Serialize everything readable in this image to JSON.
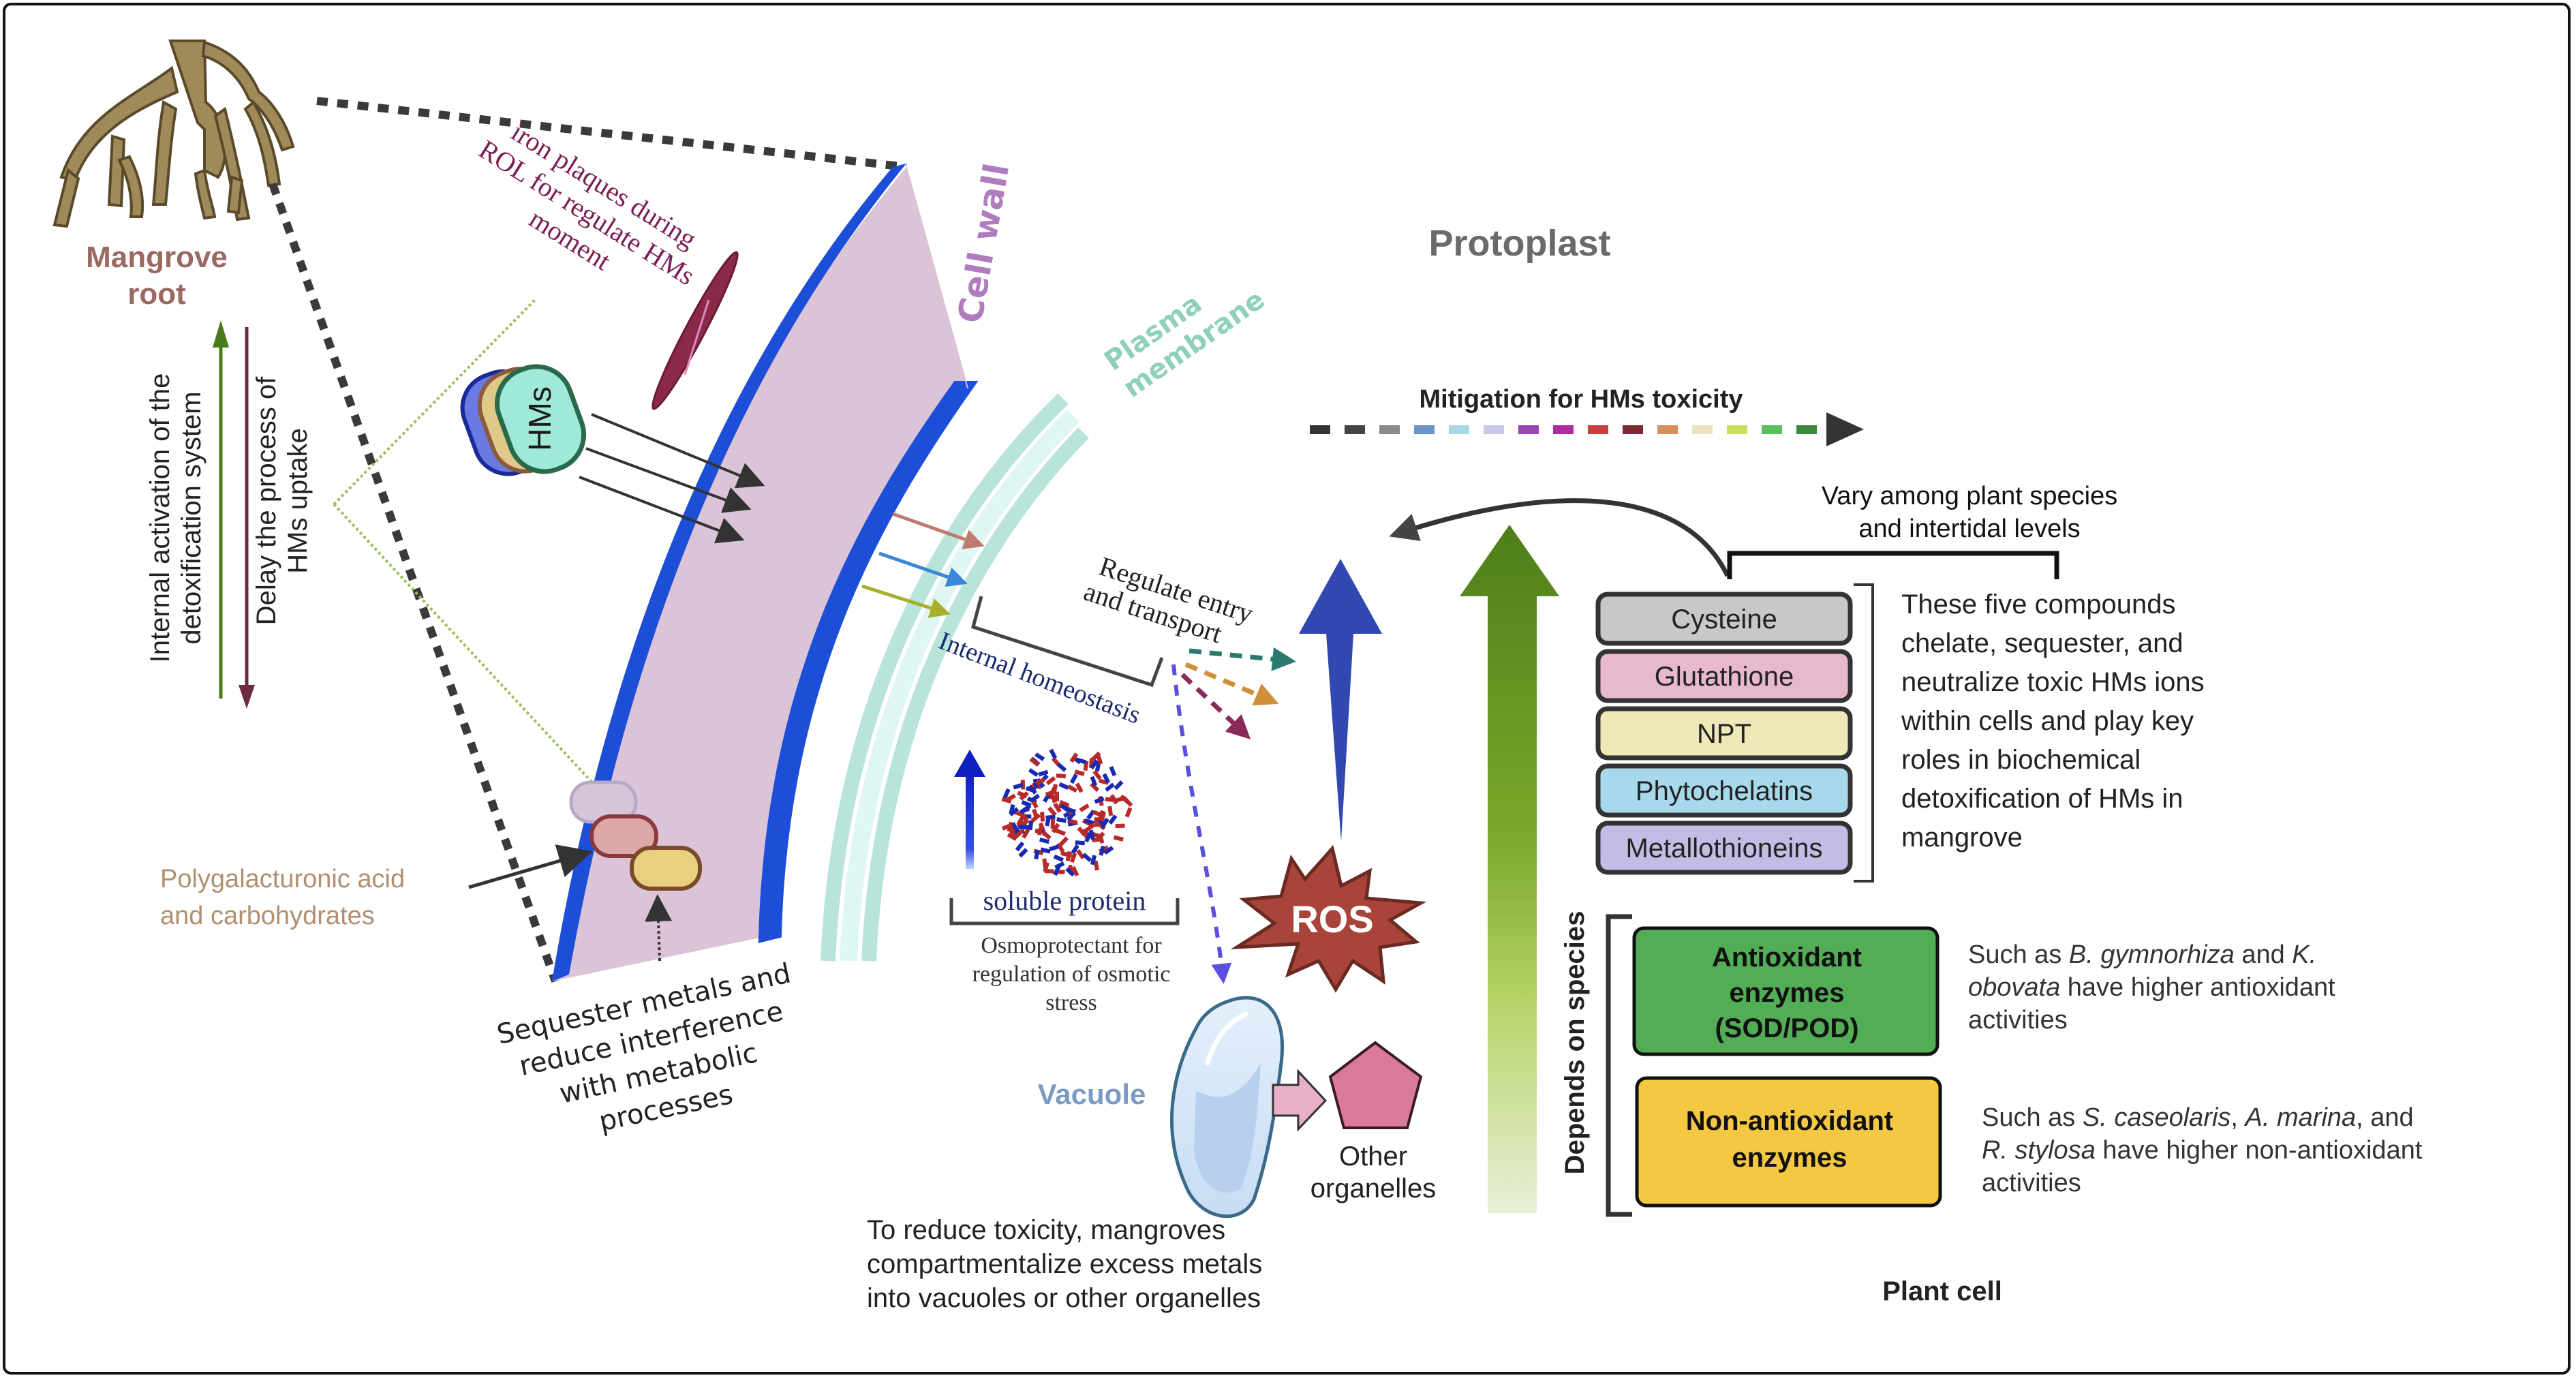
{
  "figure": {
    "title_protoplast": "Protoplast",
    "title_plant_cell": "Plant cell"
  },
  "root": {
    "label_line1": "Mangrove",
    "label_line2": "root",
    "color": "#8c6a52"
  },
  "left_arrows": {
    "up_label_line1": "Internal activation of the",
    "up_label_line2": "detoxification system",
    "down_label_line1": "Delay the process of",
    "down_label_line2": "HMs uptake",
    "up_color": "#4a7a1c",
    "down_color": "#6e2a45"
  },
  "iron_plaques": {
    "line1": "iron plaques during",
    "line2": "ROL for regulate HMs",
    "line3": "moment",
    "color": "#7a1f55"
  },
  "hms_badge": {
    "label": "HMs"
  },
  "cell_wall": {
    "label": "Cell wall",
    "color": "#b07cc0"
  },
  "plasma_membrane": {
    "line1": "Plasma",
    "line2": "membrane",
    "color": "#8fd0b8"
  },
  "polygalacturonic": {
    "line1": "Polygalacturonic acid",
    "line2": "and carbohydrates",
    "color": "#b09070"
  },
  "sequester": {
    "line1": "Sequester metals and",
    "line2": "reduce interference",
    "line3": "with metabolic",
    "line4": "processes"
  },
  "regulate": {
    "line1": "Regulate entry",
    "line2": "and transport"
  },
  "homeostasis": {
    "label": "Internal homeostasis",
    "color": "#1c2a6e"
  },
  "soluble_protein": {
    "label": "soluble protein",
    "desc_line1": "Osmoprotectant for",
    "desc_line2": "regulation of osmotic",
    "desc_line3": "stress"
  },
  "ros": {
    "label": "ROS",
    "color": "#a8443a"
  },
  "vacuole": {
    "label": "Vacuole",
    "color": "#7a9cc4"
  },
  "organelles": {
    "line1": "Other",
    "line2": "organelles"
  },
  "compartment": {
    "line1": "To reduce toxicity, mangroves",
    "line2": "compartmentalize excess metals",
    "line3": "into vacuoles or other organelles"
  },
  "mitigation": {
    "label": "Mitigation for HMs toxicity",
    "dash_colors": [
      "#333333",
      "#444444",
      "#8a8a8a",
      "#6a94c8",
      "#a8d8e8",
      "#c8c8e8",
      "#9a44b0",
      "#b02aa0",
      "#c8403a",
      "#7a2a30",
      "#d8905a",
      "#ece4c0",
      "#c8e060",
      "#58c058",
      "#3a8a3a"
    ]
  },
  "vary": {
    "line1": "Vary among plant species",
    "line2": "and intertidal levels"
  },
  "compounds": {
    "items": [
      {
        "label": "Cysteine",
        "color": "#c8c8c8"
      },
      {
        "label": "Glutathione",
        "color": "#e8b8cc"
      },
      {
        "label": "NPT",
        "color": "#f0e8b8"
      },
      {
        "label": "Phytochelatins",
        "color": "#a8d8ec"
      },
      {
        "label": "Metallothioneins",
        "color": "#c4bce4"
      }
    ],
    "desc_lines": [
      "These five compounds",
      "chelate, sequester, and",
      "neutralize toxic HMs ions",
      "within cells and play key",
      "roles in biochemical",
      "detoxification of HMs in",
      "mangrove"
    ]
  },
  "depends": {
    "label": "Depends on species"
  },
  "enzymes": {
    "antioxidant": {
      "line1": "Antioxidant",
      "line2": "enzymes",
      "line3": "(SOD/POD)",
      "color": "#52ae54",
      "desc": [
        [
          {
            "t": "Such as ",
            "i": false
          },
          {
            "t": "B. gymnorhiza",
            "i": true
          },
          {
            "t": " and ",
            "i": false
          },
          {
            "t": "K.",
            "i": true
          }
        ],
        [
          {
            "t": "obovata",
            "i": true
          },
          {
            "t": " have higher antioxidant",
            "i": false
          }
        ],
        [
          {
            "t": "activities",
            "i": false
          }
        ]
      ]
    },
    "non_antioxidant": {
      "line1": "Non-antioxidant",
      "line2": "enzymes",
      "color": "#f4c842",
      "desc": [
        [
          {
            "t": "Such as ",
            "i": false
          },
          {
            "t": "S. caseolaris",
            "i": true
          },
          {
            "t": ", ",
            "i": false
          },
          {
            "t": "A. marina",
            "i": true
          },
          {
            "t": ", and",
            "i": false
          }
        ],
        [
          {
            "t": "R. stylosa",
            "i": true
          },
          {
            "t": " have higher non-antioxidant",
            "i": false
          }
        ],
        [
          {
            "t": "activities",
            "i": false
          }
        ]
      ]
    }
  }
}
